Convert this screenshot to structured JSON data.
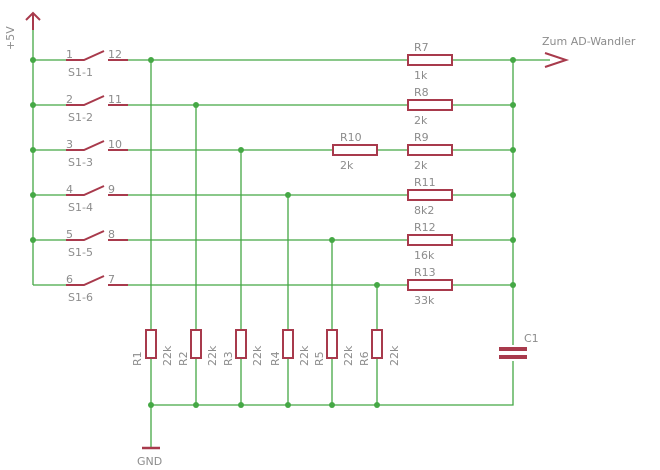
{
  "colors": {
    "wire": "#45a845",
    "component": "#a83a4c",
    "label": "#8c8c8c",
    "background": "#ffffff"
  },
  "supply": "+5V",
  "output": "Zum AD-Wandler",
  "ground": "GND",
  "capacitor": "C1",
  "switches": [
    {
      "name": "S1-1",
      "pin_a": "1",
      "pin_b": "12"
    },
    {
      "name": "S1-2",
      "pin_a": "2",
      "pin_b": "11"
    },
    {
      "name": "S1-3",
      "pin_a": "3",
      "pin_b": "10"
    },
    {
      "name": "S1-4",
      "pin_a": "4",
      "pin_b": "9"
    },
    {
      "name": "S1-5",
      "pin_a": "5",
      "pin_b": "8"
    },
    {
      "name": "S1-6",
      "pin_a": "6",
      "pin_b": "7"
    }
  ],
  "series_resistors": [
    {
      "name": "R7",
      "value": "1k"
    },
    {
      "name": "R8",
      "value": "2k"
    },
    {
      "name": "R9",
      "value": "2k"
    },
    {
      "name": "R11",
      "value": "8k2"
    },
    {
      "name": "R12",
      "value": "16k"
    },
    {
      "name": "R13",
      "value": "33k"
    }
  ],
  "extra_resistor": {
    "name": "R10",
    "value": "2k"
  },
  "pulldown_resistors": [
    {
      "name": "R1",
      "value": "22k"
    },
    {
      "name": "R2",
      "value": "22k"
    },
    {
      "name": "R3",
      "value": "22k"
    },
    {
      "name": "R4",
      "value": "22k"
    },
    {
      "name": "R5",
      "value": "22k"
    },
    {
      "name": "R6",
      "value": "22k"
    }
  ]
}
